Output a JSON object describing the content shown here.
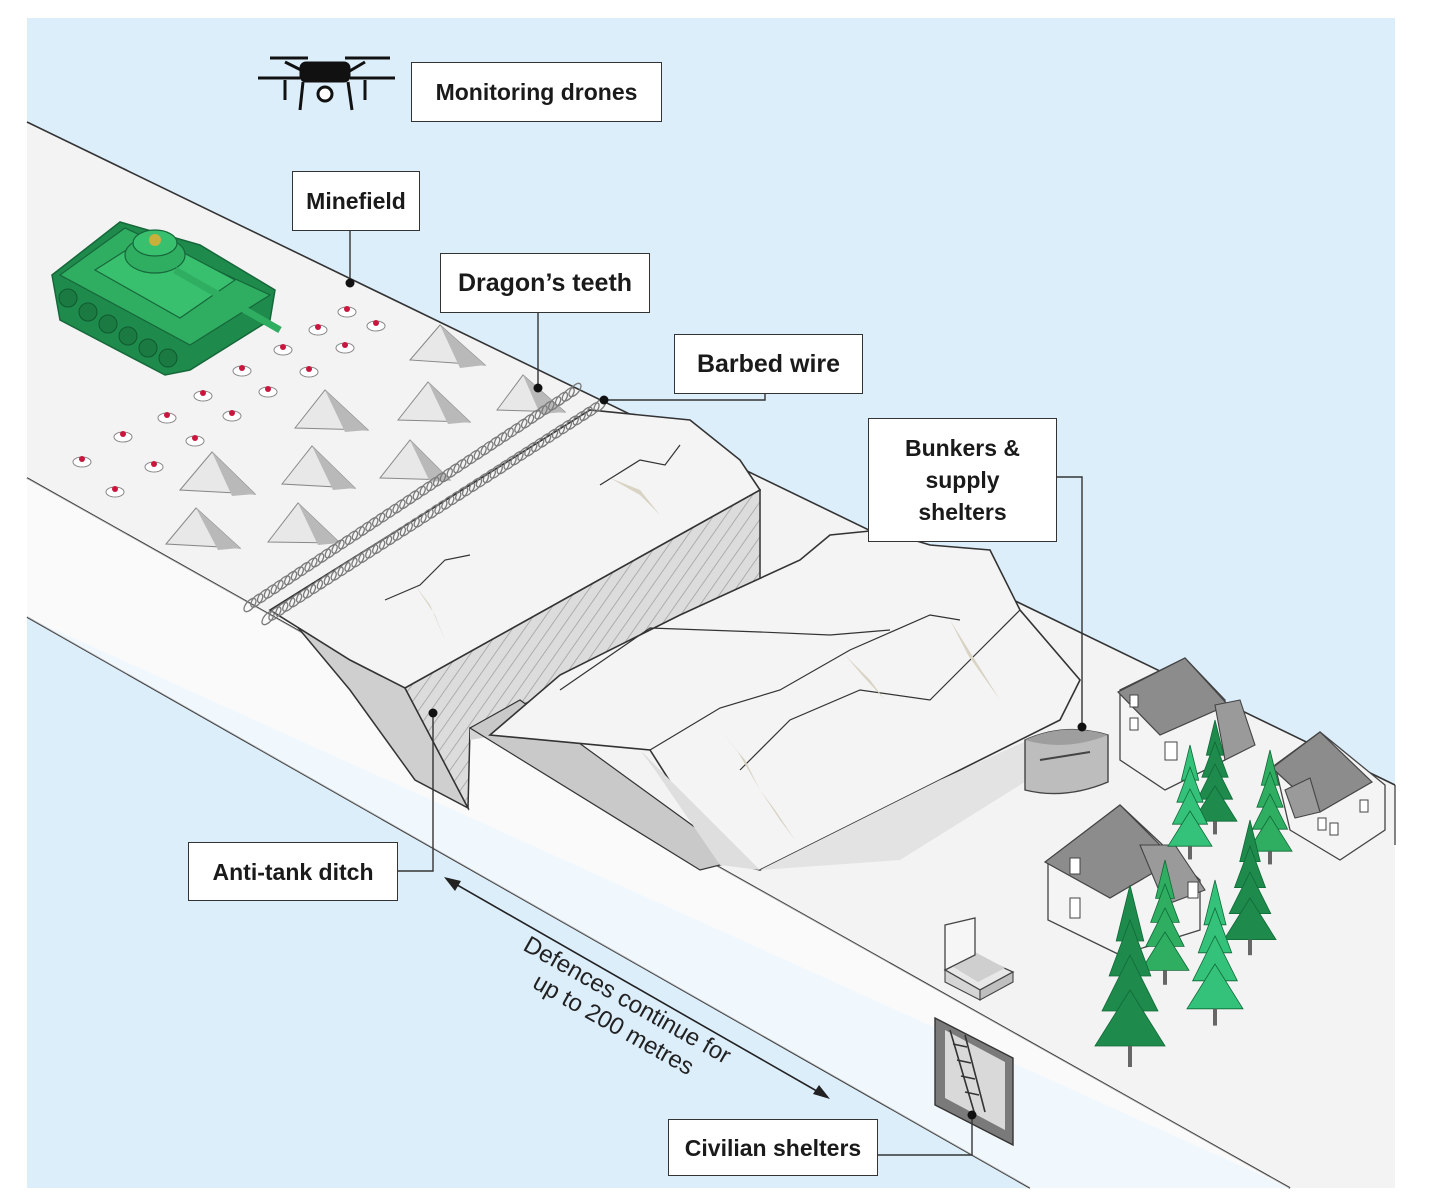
{
  "labels": {
    "monitoring_drones": "Monitoring drones",
    "minefield": "Minefield",
    "dragons_teeth": "Dragon’s teeth",
    "barbed_wire": "Barbed wire",
    "bunkers_line1": "Bunkers &",
    "bunkers_line2": "supply",
    "bunkers_line3": "shelters",
    "anti_tank_ditch": "Anti-tank ditch",
    "civilian_shelters": "Civilian shelters"
  },
  "annotation": {
    "line1": "Defences continue for",
    "line2": "up to 200 metres"
  },
  "colors": {
    "sky": "#ddeefb",
    "ground": "#f3f3f3",
    "tank": "#2fae62",
    "tree_dark": "#1e8a4c",
    "tree_light": "#34c27a",
    "mine": "#c8163e"
  }
}
